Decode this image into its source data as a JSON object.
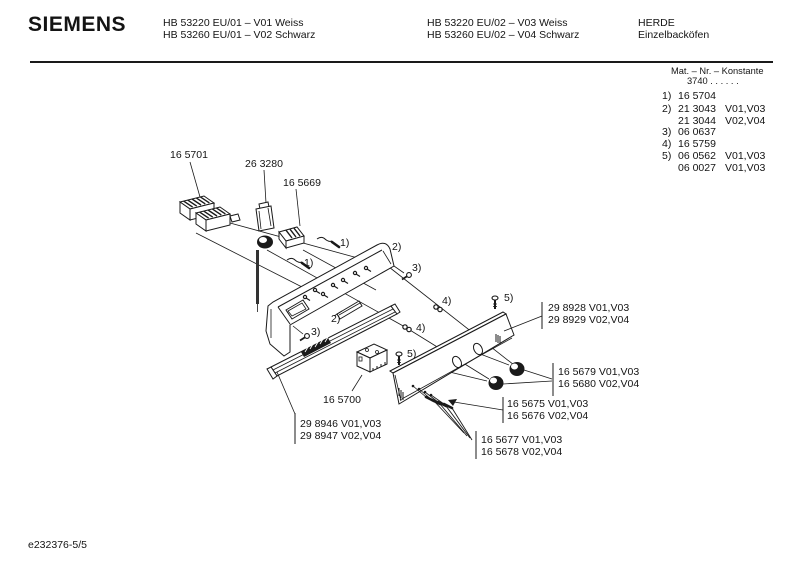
{
  "brand": "SIEMENS",
  "header": {
    "models_left": [
      "HB 53220 EU/01 – V01 Weiss",
      "HB 53260 EU/01 – V02 Schwarz"
    ],
    "models_right": [
      "HB 53220 EU/02 – V03 Weiss",
      "HB 53260 EU/02 – V04 Schwarz"
    ],
    "category": [
      "HERDE",
      "Einzelbacköfen"
    ]
  },
  "konstante": {
    "title": "Mat. – Nr. – Konstante",
    "code": "3740  .  .    .  .  .  .",
    "rows": [
      {
        "idx": "1)",
        "part": "16 5704",
        "variants": ""
      },
      {
        "idx": "2)",
        "part": "21 3043",
        "variants": "V01,V03"
      },
      {
        "idx": "",
        "part": "21 3044",
        "variants": "V02,V04"
      },
      {
        "idx": "3)",
        "part": "06 0637",
        "variants": ""
      },
      {
        "idx": "4)",
        "part": "16 5759",
        "variants": ""
      },
      {
        "idx": "5)",
        "part": "06 0562",
        "variants": "V01,V03"
      },
      {
        "idx": "",
        "part": "06 0027",
        "variants": "V01,V03"
      }
    ]
  },
  "parts": {
    "timer": "16 5701",
    "switch": "26 3280",
    "connector": "16 5669",
    "relay": "16 5700",
    "panel_line1": "29 8928 V01,V03",
    "panel_line2": "29 8929 V02,V04",
    "knob_line1": "16 5679 V01,V03",
    "knob_line2": "16 5680 V02,V04",
    "clip_line1": "16 5675 V01,V03",
    "clip_line2": "16 5676 V02,V04",
    "wire_line1": "16 5677 V01,V03",
    "wire_line2": "16 5678 V02,V04",
    "trim_line1": "29 8946 V01,V03",
    "trim_line2": "29 8947 V02,V04"
  },
  "callouts": {
    "c1": "1)",
    "c2": "2)",
    "c3": "3)",
    "c4": "4)",
    "c5": "5)"
  },
  "footer": {
    "doc": "e232376-5/5"
  }
}
